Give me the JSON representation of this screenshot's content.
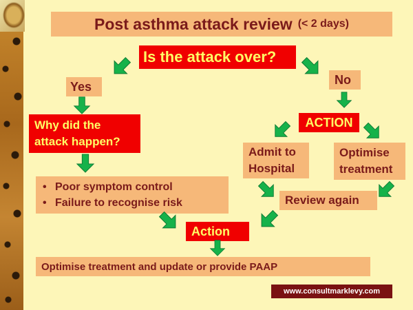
{
  "title": {
    "main": "Post asthma attack review",
    "sub": "(< 2 days)"
  },
  "nodes": {
    "question": "Is the attack over?",
    "yes": "Yes",
    "no": "No",
    "why_line1": "Why did the",
    "why_line2": "attack happen?",
    "action_upper": "ACTION",
    "admit_line1": "Admit to",
    "admit_line2": "Hospital",
    "optimise_line1": "Optimise",
    "optimise_line2": "treatment",
    "causes": [
      "Poor symptom control",
      "Failure to recognise risk"
    ],
    "review": "Review again",
    "action_lower": "Action",
    "final": "Optimise treatment and update or provide PAAP"
  },
  "footer": {
    "website": "www.consultmarklevy.com"
  },
  "colors": {
    "background": "#fdf6b8",
    "box_orange": "#f6b879",
    "box_red": "#f00000",
    "text_dark_red": "#7a1a1a",
    "text_yellow": "#ffff66",
    "arrow_green": "#16b24a",
    "footer_bg": "#7a1212"
  },
  "icons": [
    "green-down-arrow-icon"
  ]
}
